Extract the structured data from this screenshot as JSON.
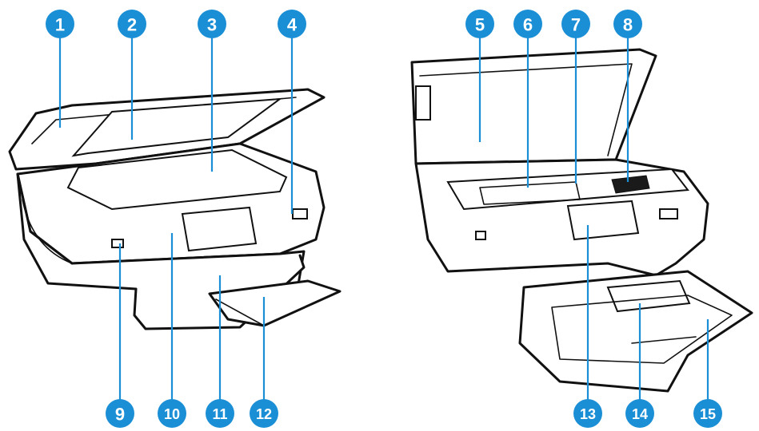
{
  "callout_color": "#1a8fd6",
  "callouts": [
    {
      "label": "1"
    },
    {
      "label": "2"
    },
    {
      "label": "3"
    },
    {
      "label": "4"
    },
    {
      "label": "5"
    },
    {
      "label": "6"
    },
    {
      "label": "7"
    },
    {
      "label": "8"
    },
    {
      "label": "9"
    },
    {
      "label": "10"
    },
    {
      "label": "11"
    },
    {
      "label": "12"
    },
    {
      "label": "13"
    },
    {
      "label": "14"
    },
    {
      "label": "15"
    }
  ]
}
